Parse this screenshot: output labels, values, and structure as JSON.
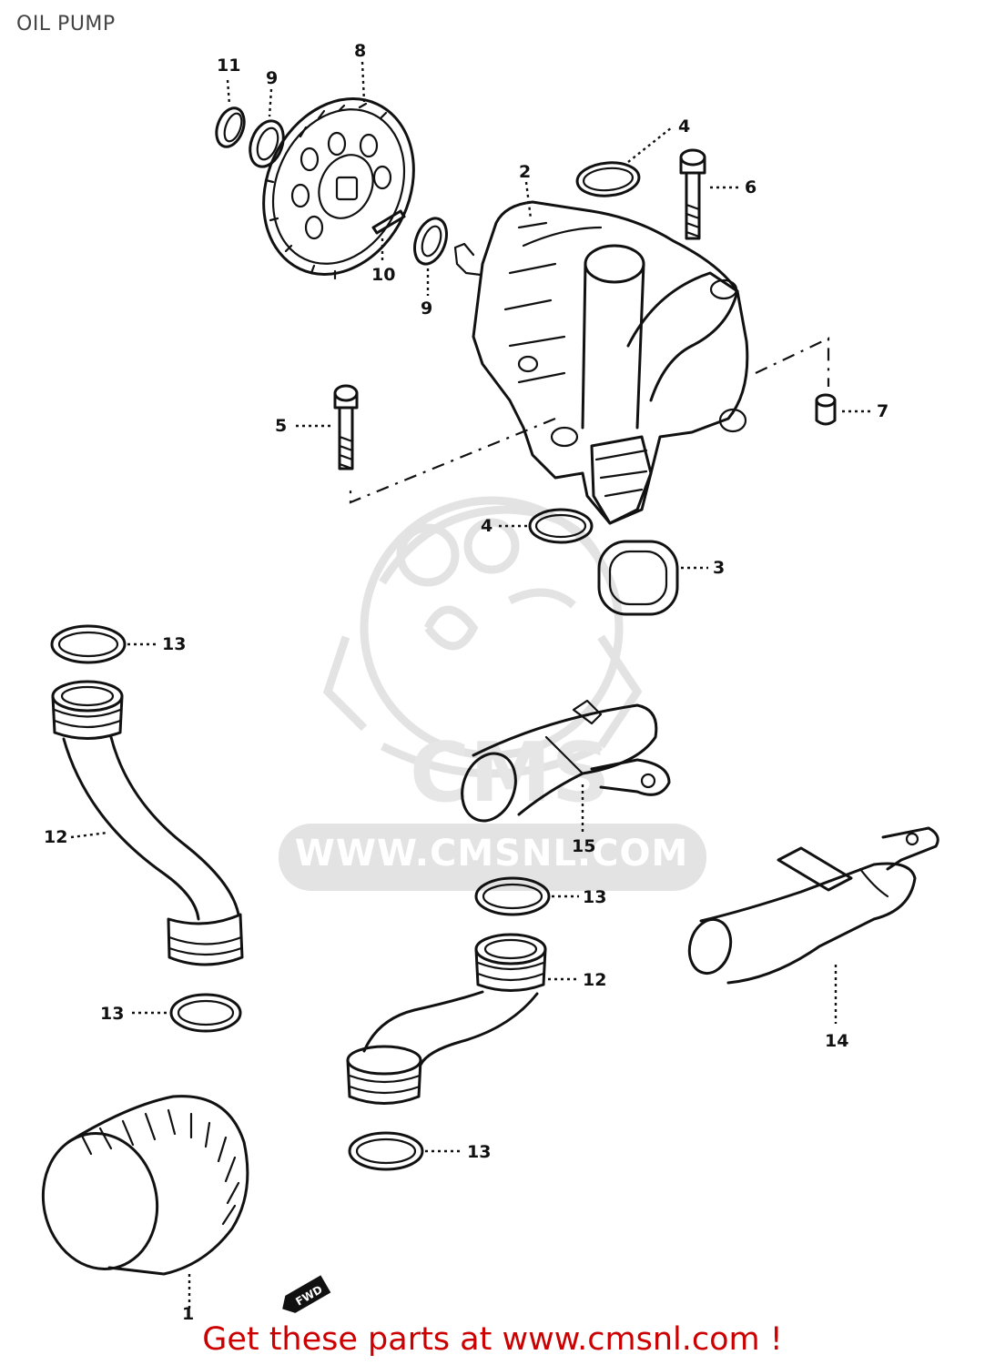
{
  "title": "OIL PUMP",
  "watermark": "WWW.CMSNL.COM",
  "footer": "Get these parts at www.cmsnl.com !",
  "stamp": "FWD",
  "callouts": {
    "c1": "1",
    "c2": "2",
    "c3": "3",
    "c4a": "4",
    "c4b": "4",
    "c5": "5",
    "c6": "6",
    "c7": "7",
    "c8": "8",
    "c9a": "9",
    "c9b": "9",
    "c10": "10",
    "c11": "11",
    "c12a": "12",
    "c12b": "12",
    "c13a": "13",
    "c13b": "13",
    "c13c": "13",
    "c13d": "13",
    "c14": "14",
    "c15": "15"
  }
}
